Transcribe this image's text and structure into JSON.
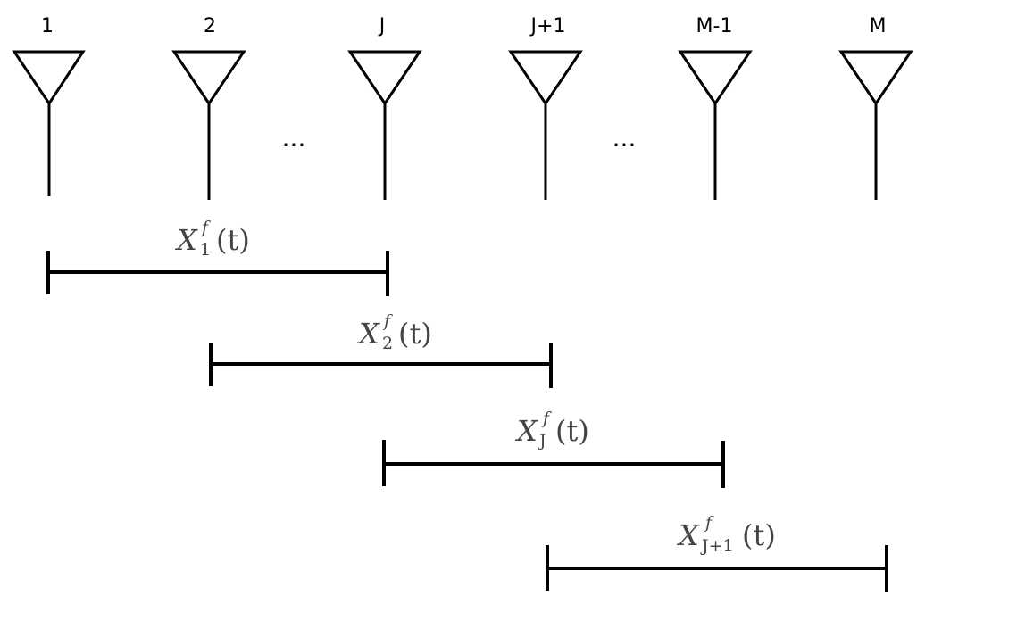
{
  "antennas": [
    {
      "label": "1"
    },
    {
      "label": "2"
    },
    {
      "label": "J"
    },
    {
      "label": "J+1"
    },
    {
      "label": "M-1"
    },
    {
      "label": "M"
    }
  ],
  "ellipses": [
    "···",
    "···"
  ],
  "segments": [
    {
      "main": "X",
      "sub": "1",
      "sup": "f",
      "arg": "(t)"
    },
    {
      "main": "X",
      "sub": "2",
      "sup": "f",
      "arg": "(t)"
    },
    {
      "main": "X",
      "sub": "J",
      "sup": "f",
      "arg": "(t)"
    },
    {
      "main": "X",
      "sub": "J+1",
      "sup": "f",
      "arg": "(t)"
    }
  ]
}
